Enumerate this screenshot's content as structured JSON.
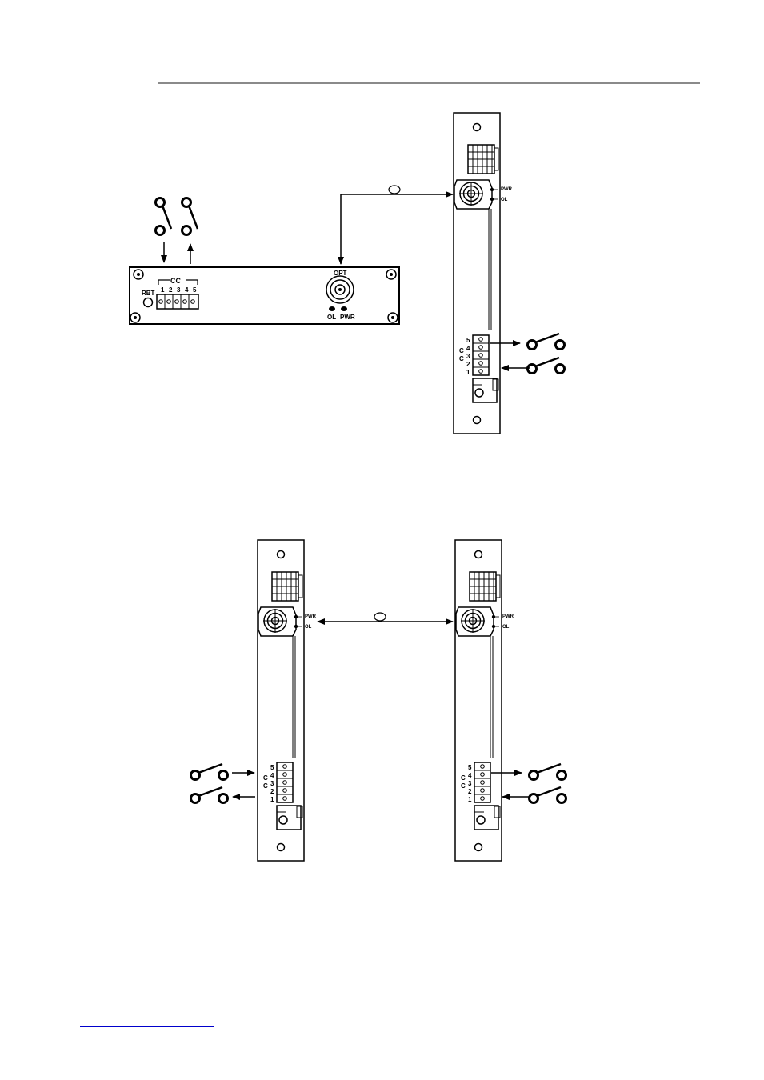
{
  "standalone": {
    "rst_label": "RBT",
    "cc_label": "CC",
    "pin_numbers": [
      "1",
      "2",
      "3",
      "4",
      "5"
    ],
    "opt_label": "OPT",
    "led_labels": [
      "OL",
      "PWR"
    ]
  },
  "rack_card": {
    "pwr_label": "PWR",
    "ol_label": "OL",
    "pin_numbers": [
      "5",
      "4",
      "3",
      "2",
      "1"
    ],
    "cc_letters": [
      "C",
      "C"
    ]
  },
  "colors": {
    "line": "#000000",
    "card_fill": "#ffffff",
    "header_rule": "#8a8a8a",
    "link_underline": "#0000cc"
  }
}
